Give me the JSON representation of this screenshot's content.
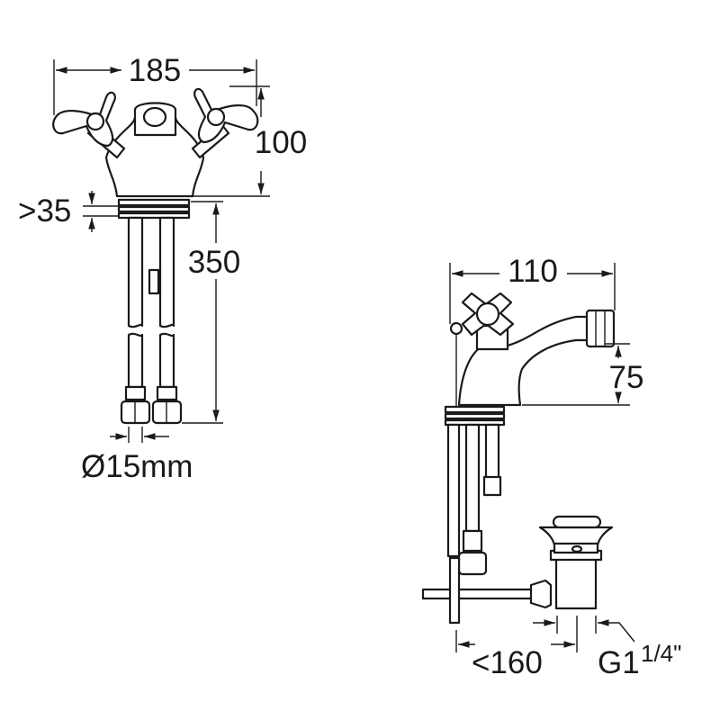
{
  "drawing": {
    "front_view": {
      "width_dim": "185",
      "height_dim": "100",
      "deck_thickness_dim": ">35",
      "hose_length_dim": "350",
      "hose_diameter_dim": "Ø15mm"
    },
    "side_view": {
      "reach_dim": "110",
      "spout_height_dim": "75",
      "waste_rod_dim": "<160",
      "waste_thread_main": "G1",
      "waste_thread_fraction": "1/4\""
    }
  }
}
